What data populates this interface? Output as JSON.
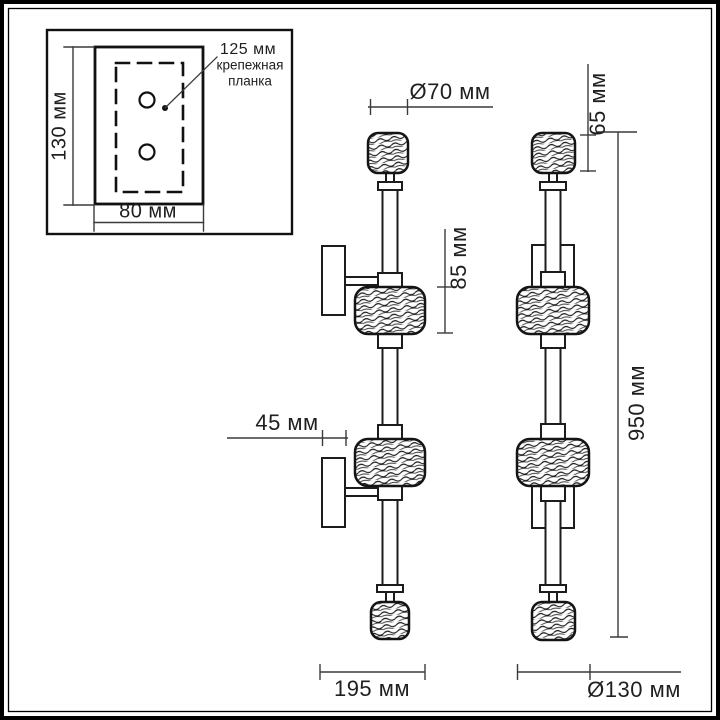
{
  "page": {
    "background": "#ffffff",
    "frame_color": "#000000",
    "line_color": "#1a1a1a",
    "dim_line_color": "#3a3a3a",
    "text_color": "#1f1f1f"
  },
  "inset_detail": {
    "plate_height": "130 мм",
    "plate_width": "80 мм",
    "hole_spacing": "125 мм",
    "part_name": "крепежная планка"
  },
  "front_view": {
    "top_shade_diameter": "Ø70 мм",
    "middle_shade_height": "85 мм",
    "bracket_depth": "45 мм",
    "overall_width": "195 мм"
  },
  "side_view": {
    "top_shade_height": "65 мм",
    "overall_height": "950 мм",
    "middle_shade_diameter": "Ø130 мм"
  }
}
